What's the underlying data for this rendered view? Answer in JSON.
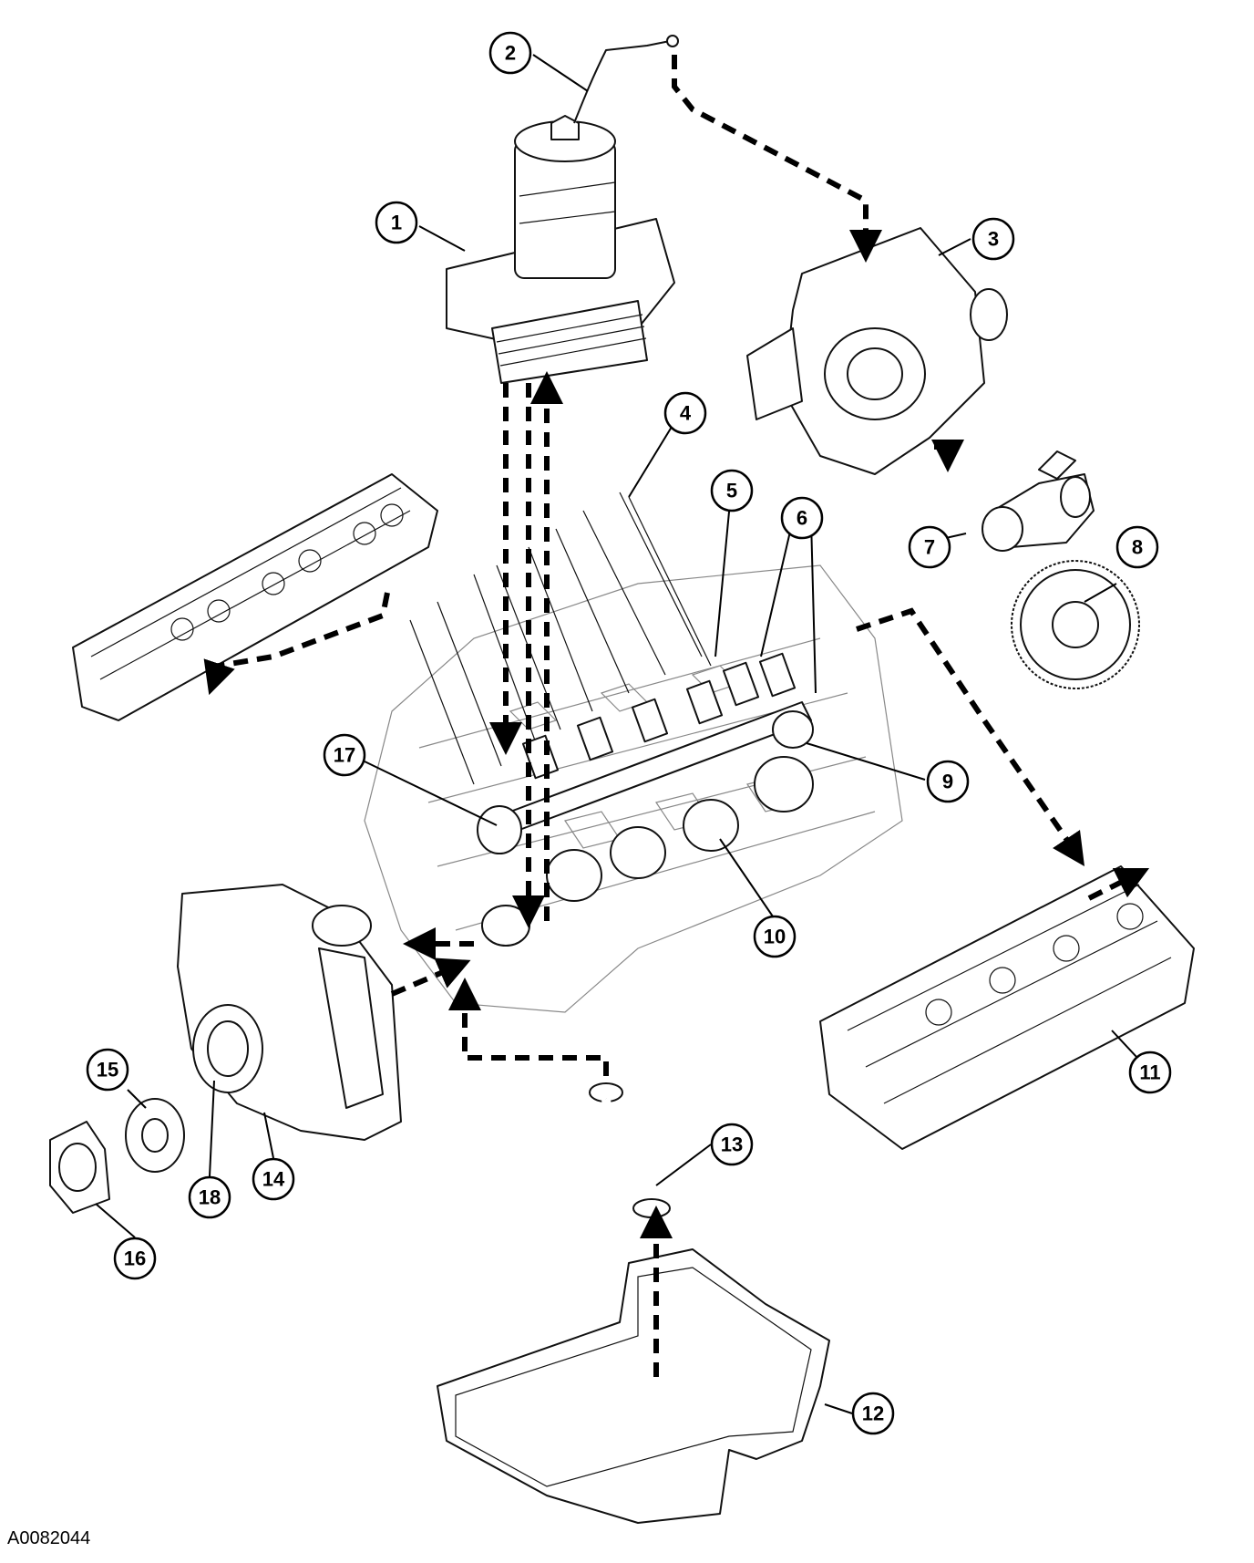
{
  "figure_id": "A0082044",
  "callouts": [
    {
      "number": "1"
    },
    {
      "number": "2"
    },
    {
      "number": "3"
    },
    {
      "number": "4"
    },
    {
      "number": "5"
    },
    {
      "number": "6"
    },
    {
      "number": "7"
    },
    {
      "number": "8"
    },
    {
      "number": "9"
    },
    {
      "number": "10"
    },
    {
      "number": "11"
    },
    {
      "number": "12"
    },
    {
      "number": "13"
    },
    {
      "number": "14"
    },
    {
      "number": "15"
    },
    {
      "number": "16"
    },
    {
      "number": "17"
    },
    {
      "number": "18"
    }
  ],
  "colors": {
    "line": "#000000",
    "background": "#ffffff",
    "ghost": "#888888"
  }
}
